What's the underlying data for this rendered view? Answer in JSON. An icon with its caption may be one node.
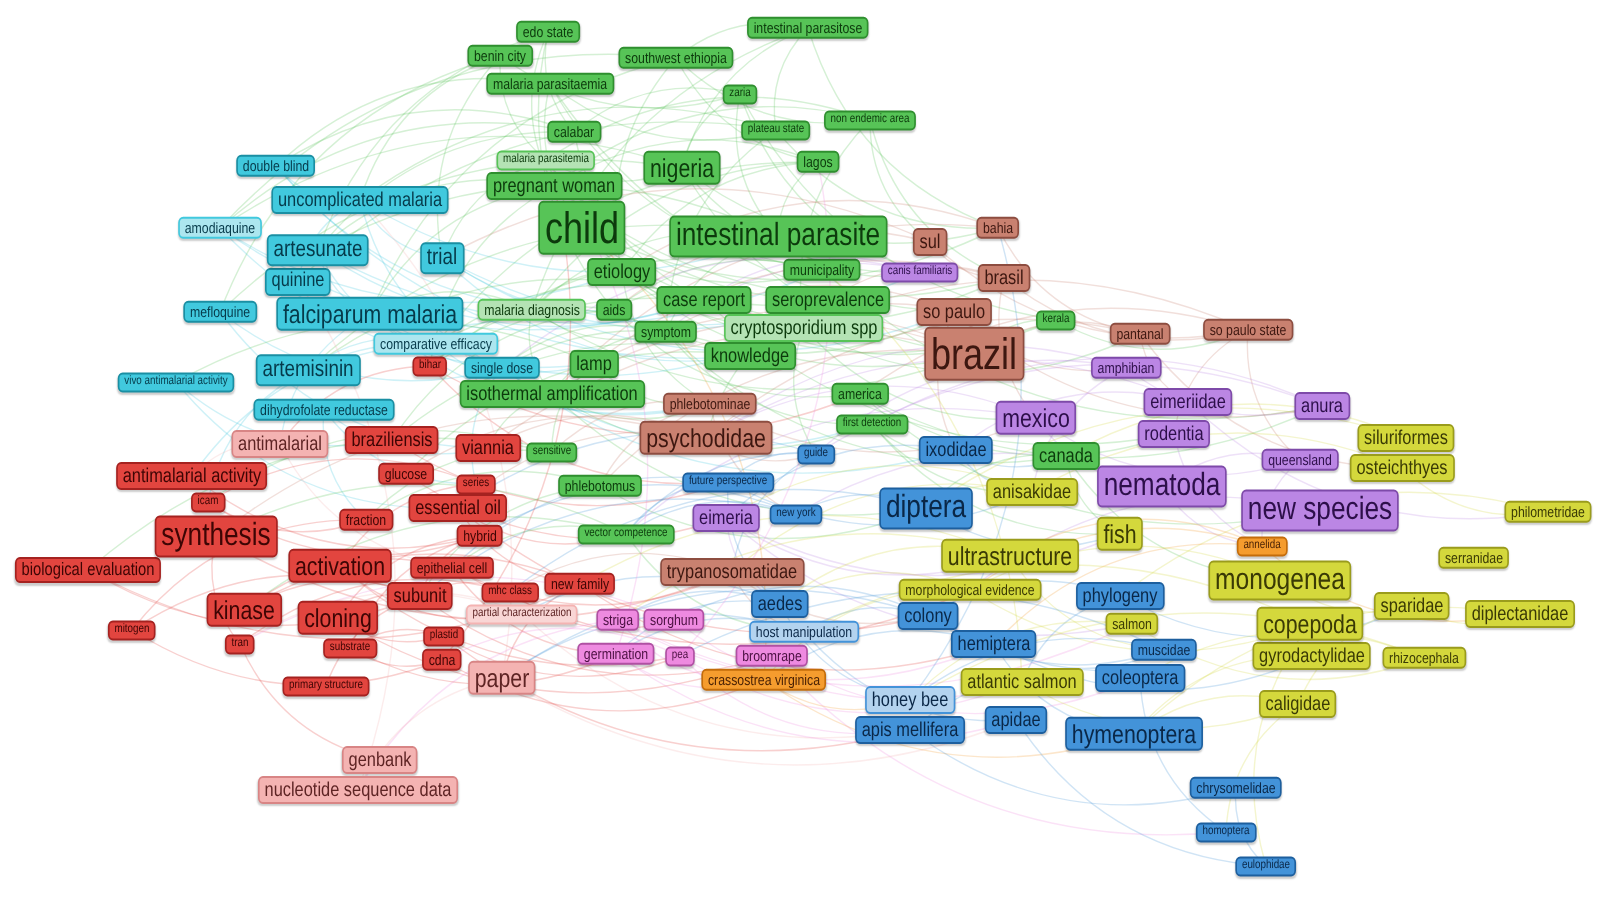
{
  "diagram": {
    "nodes": [
      {
        "text": [
          "intestinal parasitose"
        ]
      },
      {
        "text": [
          "edo state"
        ]
      },
      {
        "text": [
          "benin city"
        ]
      },
      {
        "text": [
          "southwest ethiopia"
        ]
      },
      {
        "text": [
          "malaria parasitaemia"
        ]
      },
      {
        "text": [
          "zaria"
        ]
      },
      {
        "text": [
          "non endemic area"
        ]
      },
      {
        "text": [
          "plateau state"
        ]
      },
      {
        "text": [
          "calabar"
        ]
      },
      {
        "text": [
          "malaria parasitemia"
        ]
      },
      {
        "text": [
          "lagos"
        ]
      },
      {
        "text": [
          "double blind"
        ]
      },
      {
        "text": [
          "nigeria"
        ]
      },
      {
        "text": [
          "pregnant woman"
        ]
      },
      {
        "text": [
          "uncomplicated malaria"
        ]
      },
      {
        "text": [
          "amodiaquine"
        ]
      },
      {
        "text": [
          "child"
        ]
      },
      {
        "text": [
          "intestinal parasite"
        ]
      },
      {
        "text": [
          "sul"
        ]
      },
      {
        "text": [
          "bahia"
        ]
      },
      {
        "text": [
          "artesunate"
        ]
      },
      {
        "text": [
          "trial"
        ]
      },
      {
        "text": [
          "etiology"
        ]
      },
      {
        "text": [
          "municipality"
        ]
      },
      {
        "text": [
          "canis familiaris"
        ]
      },
      {
        "text": [
          "brasil"
        ]
      },
      {
        "text": [
          "quinine"
        ]
      },
      {
        "text": [
          "case report"
        ]
      },
      {
        "text": [
          "seroprevalence"
        ]
      },
      {
        "text": [
          "malaria diagnosis"
        ]
      },
      {
        "text": [
          "aids"
        ]
      },
      {
        "text": [
          "mefloquine"
        ]
      },
      {
        "text": [
          "falciparum malaria"
        ]
      },
      {
        "text": [
          "so paulo"
        ]
      },
      {
        "text": [
          "kerala"
        ]
      },
      {
        "text": [
          "cryptosporidium spp"
        ]
      },
      {
        "text": [
          "symptom"
        ]
      },
      {
        "text": [
          "so paulo state"
        ]
      },
      {
        "text": [
          "pantanal"
        ]
      },
      {
        "text": [
          "comparative efficacy"
        ]
      },
      {
        "text": [
          "knowledge"
        ]
      },
      {
        "text": [
          "brazil"
        ]
      },
      {
        "text": [
          "bihar"
        ]
      },
      {
        "text": [
          "single dose"
        ]
      },
      {
        "text": [
          "lamp"
        ]
      },
      {
        "text": [
          "amphibian"
        ]
      },
      {
        "text": [
          "artemisinin"
        ]
      },
      {
        "text": [
          "vivo antimalarial activity"
        ]
      },
      {
        "text": [
          "isothermal amplification"
        ]
      },
      {
        "text": [
          "america"
        ]
      },
      {
        "text": [
          "eimeriidae"
        ]
      },
      {
        "text": [
          "phlebotominae"
        ]
      },
      {
        "text": [
          "anura"
        ]
      },
      {
        "text": [
          "dihydrofolate reductase"
        ]
      },
      {
        "text": [
          "mexico"
        ]
      },
      {
        "text": [
          "first detection"
        ]
      },
      {
        "text": [
          "rodentia"
        ]
      },
      {
        "text": [
          "psychodidae"
        ]
      },
      {
        "text": [
          "siluriformes"
        ]
      },
      {
        "text": [
          "braziliensis"
        ]
      },
      {
        "text": [
          "viannia"
        ]
      },
      {
        "text": [
          "antimalarial"
        ]
      },
      {
        "text": [
          "ixodidae"
        ]
      },
      {
        "text": [
          "sensitive"
        ]
      },
      {
        "text": [
          "guide"
        ]
      },
      {
        "text": [
          "canada"
        ]
      },
      {
        "text": [
          "queensland"
        ]
      },
      {
        "text": [
          "osteichthyes"
        ]
      },
      {
        "text": [
          "antimalarial activity"
        ]
      },
      {
        "text": [
          "glucose"
        ]
      },
      {
        "text": [
          "phlebotomus"
        ]
      },
      {
        "text": [
          "future perspective"
        ]
      },
      {
        "text": [
          "series"
        ]
      },
      {
        "text": [
          "nematoda"
        ]
      },
      {
        "text": [
          "anisakidae"
        ]
      },
      {
        "text": [
          "icam"
        ]
      },
      {
        "text": [
          "essential oil"
        ]
      },
      {
        "text": [
          "diptera"
        ]
      },
      {
        "text": [
          "new species"
        ]
      },
      {
        "text": [
          "philometridae"
        ]
      },
      {
        "text": [
          "new york"
        ]
      },
      {
        "text": [
          "eimeria"
        ]
      },
      {
        "text": [
          "fraction"
        ]
      },
      {
        "text": [
          "vector competence"
        ]
      },
      {
        "text": [
          "fish"
        ]
      },
      {
        "text": [
          "annelida"
        ]
      },
      {
        "text": [
          "synthesis"
        ]
      },
      {
        "text": [
          "hybrid"
        ]
      },
      {
        "text": [
          "ultrastructure"
        ]
      },
      {
        "text": [
          "serranidae"
        ]
      },
      {
        "text": [
          "epithelial cell"
        ]
      },
      {
        "text": [
          "activation"
        ]
      },
      {
        "text": [
          "biological evaluation"
        ]
      },
      {
        "text": [
          "trypanosomatidae"
        ]
      },
      {
        "text": [
          "monogenea"
        ]
      },
      {
        "text": [
          "new family"
        ]
      },
      {
        "text": [
          "mhc class"
        ]
      },
      {
        "text": [
          "morphological evidence"
        ]
      },
      {
        "text": [
          "phylogeny"
        ]
      },
      {
        "text": [
          "subunit"
        ]
      },
      {
        "text": [
          "aedes"
        ]
      },
      {
        "text": [
          "sparidae"
        ]
      },
      {
        "text": [
          "kinase"
        ]
      },
      {
        "text": [
          "partial characterization"
        ]
      },
      {
        "text": [
          "diplectanidae"
        ]
      },
      {
        "text": [
          "colony"
        ]
      },
      {
        "text": [
          "cloning"
        ]
      },
      {
        "text": [
          "striga"
        ]
      },
      {
        "text": [
          "sorghum"
        ]
      },
      {
        "text": [
          "copepoda"
        ]
      },
      {
        "text": [
          "salmon"
        ]
      },
      {
        "text": [
          "mitogen"
        ]
      },
      {
        "text": [
          "host manipulation"
        ]
      },
      {
        "text": [
          "plastid"
        ]
      },
      {
        "text": [
          "hemiptera"
        ]
      },
      {
        "text": [
          "tran"
        ]
      },
      {
        "text": [
          "substrate"
        ]
      },
      {
        "text": [
          "muscidae"
        ]
      },
      {
        "text": [
          "broomrape"
        ]
      },
      {
        "text": [
          "germination"
        ]
      },
      {
        "text": [
          "pea"
        ]
      },
      {
        "text": [
          "gyrodactylidae"
        ]
      },
      {
        "text": [
          "rhizocephala"
        ]
      },
      {
        "text": [
          "cdna"
        ]
      },
      {
        "text": [
          "paper"
        ]
      },
      {
        "text": [
          "coleoptera"
        ]
      },
      {
        "text": [
          "crassostrea virginica"
        ]
      },
      {
        "text": [
          "atlantic salmon"
        ]
      },
      {
        "text": [
          "primary structure"
        ]
      },
      {
        "text": [
          "honey bee"
        ]
      },
      {
        "text": [
          "caligidae"
        ]
      },
      {
        "text": [
          "apidae"
        ]
      },
      {
        "text": [
          "apis mellifera"
        ]
      },
      {
        "text": [
          "hymenoptera"
        ]
      },
      {
        "text": [
          "genbank"
        ]
      },
      {
        "text": [
          "chrysomelidae"
        ]
      },
      {
        "text": [
          "nucleotide sequence data"
        ]
      },
      {
        "text": [
          "homoptera"
        ]
      },
      {
        "text": [
          "eulophidae"
        ]
      }
    ]
  }
}
